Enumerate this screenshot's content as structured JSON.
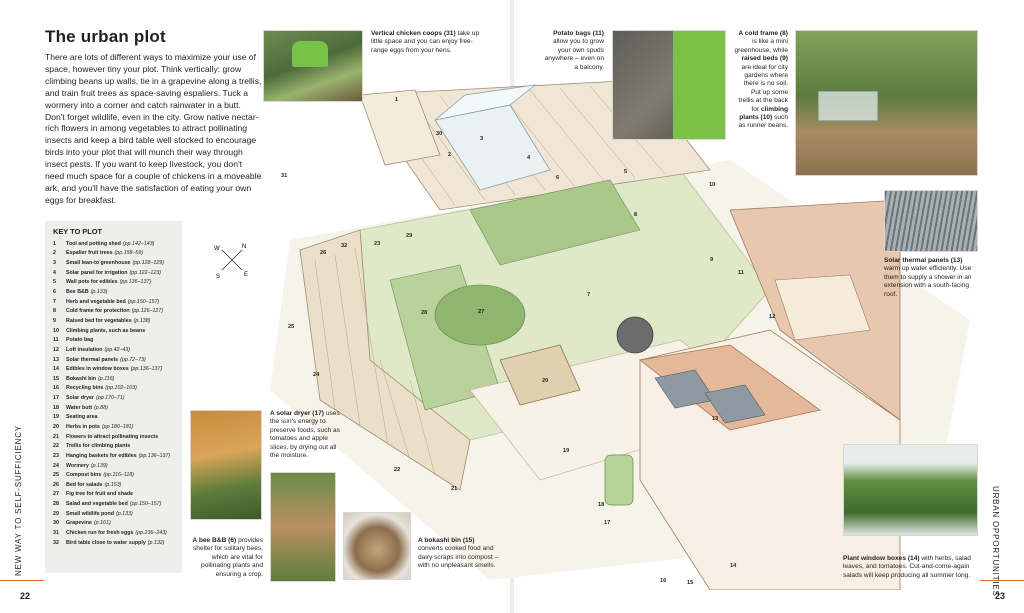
{
  "page_title": "The urban plot",
  "intro": "There are lots of different ways to maximize your use of space, however tiny your plot. Think vertically: grow climbing beans up walls, tie in a grapevine along a trellis, and train fruit trees as space-saving espaliers. Tuck a wormery into a corner and catch rainwater in a butt. Don't forget wildlife, even in the city. Grow native nectar-rich flowers in among vegetables to attract pollinating insects and keep a bird table well stocked to encourage birds into your plot that will munch their way through insect pests. If you want to keep livestock, you don't need much space for a couple of chickens in a moveable ark, and you'll have the satisfaction of eating your own eggs for breakfast.",
  "key": {
    "title": "KEY TO PLOT",
    "items": [
      {
        "n": "1",
        "label": "Tool and potting shed",
        "ref": "(pp.142–143)"
      },
      {
        "n": "2",
        "label": "Espalier fruit trees",
        "ref": "(pp.158–59)"
      },
      {
        "n": "3",
        "label": "Small lean-to greenhouse",
        "ref": "(pp.128–129)"
      },
      {
        "n": "4",
        "label": "Solar panel for irrigation",
        "ref": "(pp.122–123)"
      },
      {
        "n": "5",
        "label": "Wall pots for edibles",
        "ref": "(pp.136–137)"
      },
      {
        "n": "6",
        "label": "Bee B&B",
        "ref": "(p.133)"
      },
      {
        "n": "7",
        "label": "Herb and vegetable bed",
        "ref": "(pp.150–157)"
      },
      {
        "n": "8",
        "label": "Cold frame for protection",
        "ref": "(pp.126–127)"
      },
      {
        "n": "9",
        "label": "Raised bed for vegetables",
        "ref": "(p.138)"
      },
      {
        "n": "10",
        "label": "Climbing plants, such as beans",
        "ref": ""
      },
      {
        "n": "11",
        "label": "Potato bag",
        "ref": ""
      },
      {
        "n": "12",
        "label": "Loft insulation",
        "ref": "(pp.42–43)"
      },
      {
        "n": "13",
        "label": "Solar thermal panels",
        "ref": "(pp.72–73)"
      },
      {
        "n": "14",
        "label": "Edibles in window boxes",
        "ref": "(pp.136–137)"
      },
      {
        "n": "15",
        "label": "Bokashi bin",
        "ref": "(p.116)"
      },
      {
        "n": "16",
        "label": "Recycling bins",
        "ref": "(pp.102–103)"
      },
      {
        "n": "17",
        "label": "Solar dryer",
        "ref": "(pp.170–71)"
      },
      {
        "n": "18",
        "label": "Water butt",
        "ref": "(p.88)"
      },
      {
        "n": "19",
        "label": "Seating area",
        "ref": ""
      },
      {
        "n": "20",
        "label": "Herbs in pots",
        "ref": "(pp.180–181)"
      },
      {
        "n": "21",
        "label": "Flowers to attract pollinating insects",
        "ref": ""
      },
      {
        "n": "22",
        "label": "Trellis for climbing plants",
        "ref": ""
      },
      {
        "n": "23",
        "label": "Hanging baskets for edibles",
        "ref": "(pp.136–137)"
      },
      {
        "n": "24",
        "label": "Wormery",
        "ref": "(p.139)"
      },
      {
        "n": "25",
        "label": "Compost bins",
        "ref": "(pp.116–118)"
      },
      {
        "n": "26",
        "label": "Bed for salads",
        "ref": "(p.153)"
      },
      {
        "n": "27",
        "label": "Fig tree for fruit and shade",
        "ref": ""
      },
      {
        "n": "28",
        "label": "Salad and vegetable bed",
        "ref": "(pp.150–157)"
      },
      {
        "n": "29",
        "label": "Small wildlife pond",
        "ref": "(p.133)"
      },
      {
        "n": "30",
        "label": "Grapevine",
        "ref": "(p.161)"
      },
      {
        "n": "31",
        "label": "Chicken run for fresh eggs",
        "ref": "(pp.236–243)"
      },
      {
        "n": "32",
        "label": "Bird table close to water supply",
        "ref": "(p.132)"
      }
    ]
  },
  "captions": {
    "chicken": {
      "bold": "Vertical chicken coops (31)",
      "text": " take up little space and you can enjoy free-range eggs from your hens."
    },
    "potato": {
      "bold": "Potato bags (11)",
      "text": " allow you to grow your own spuds anywhere – even on a balcony."
    },
    "coldframe": {
      "bold": "A cold frame (8)",
      "text": " is like a mini greenhouse, while ",
      "bold2": "raised beds (9)",
      "text2": " are ideal for city gardens where there is no soil. Put up some trellis at the back for ",
      "bold3": "climbing plants (10)",
      "text3": " such as runner beans."
    },
    "solarthermal": {
      "bold": "Solar thermal panels (13)",
      "text": " warm up water efficiently. Use them to supply a shower in an extension with a south-facing roof."
    },
    "solardryer": {
      "bold": "A solar dryer (17)",
      "text": " uses the sun's energy to preserve foods, such as tomatoes and apple slices, by drying out all the moisture."
    },
    "beebb": {
      "bold": "A bee B&B (6)",
      "text": " provides shelter for solitary bees, which are vital for pollinating plants and ensuring a crop."
    },
    "bokashi": {
      "bold": "A bokashi bin (15)",
      "text": " converts cooked food and dairy scraps into compost – with no unpleasant smells."
    },
    "windowbox": {
      "bold": "Plant window boxes (14)",
      "text": " with herbs, salad leaves, and tomatoes. Cut-and-come-again salads will keep producing all summer long."
    }
  },
  "illustration_labels": [
    {
      "id": "1",
      "text": "1"
    },
    {
      "id": "2",
      "text": "2"
    },
    {
      "id": "3",
      "text": "3"
    },
    {
      "id": "4",
      "text": "4"
    },
    {
      "id": "5",
      "text": "5"
    },
    {
      "id": "6",
      "text": "6"
    },
    {
      "id": "7",
      "text": "7"
    },
    {
      "id": "8",
      "text": "8"
    },
    {
      "id": "9",
      "text": "9"
    },
    {
      "id": "10",
      "text": "10"
    },
    {
      "id": "11",
      "text": "11"
    },
    {
      "id": "12",
      "text": "12"
    },
    {
      "id": "13",
      "text": "13"
    },
    {
      "id": "14",
      "text": "14"
    },
    {
      "id": "15",
      "text": "15"
    },
    {
      "id": "16",
      "text": "16"
    },
    {
      "id": "17",
      "text": "17"
    },
    {
      "id": "18",
      "text": "18"
    },
    {
      "id": "19",
      "text": "19"
    },
    {
      "id": "20",
      "text": "20"
    },
    {
      "id": "21",
      "text": "21"
    },
    {
      "id": "22",
      "text": "22"
    },
    {
      "id": "23",
      "text": "23"
    },
    {
      "id": "24",
      "text": "24"
    },
    {
      "id": "25",
      "text": "25"
    },
    {
      "id": "26",
      "text": "26"
    },
    {
      "id": "27",
      "text": "27"
    },
    {
      "id": "28",
      "text": "28"
    },
    {
      "id": "29",
      "text": "29"
    },
    {
      "id": "30",
      "text": "30"
    },
    {
      "id": "31",
      "text": "31"
    },
    {
      "id": "32",
      "text": "32"
    }
  ],
  "compass": {
    "n": "N",
    "s": "S",
    "e": "E",
    "w": "W"
  },
  "footer": {
    "left_section": "NEW WAY TO SELF-SUFFICIENCY",
    "right_section": "URBAN OPPORTUNITIES",
    "left_page": "22",
    "right_page": "23"
  },
  "colors": {
    "accent": "#e26b2c",
    "key_bg": "#eeeeec",
    "grass": "#dfe9c9",
    "brick": "#e7c8ae"
  }
}
